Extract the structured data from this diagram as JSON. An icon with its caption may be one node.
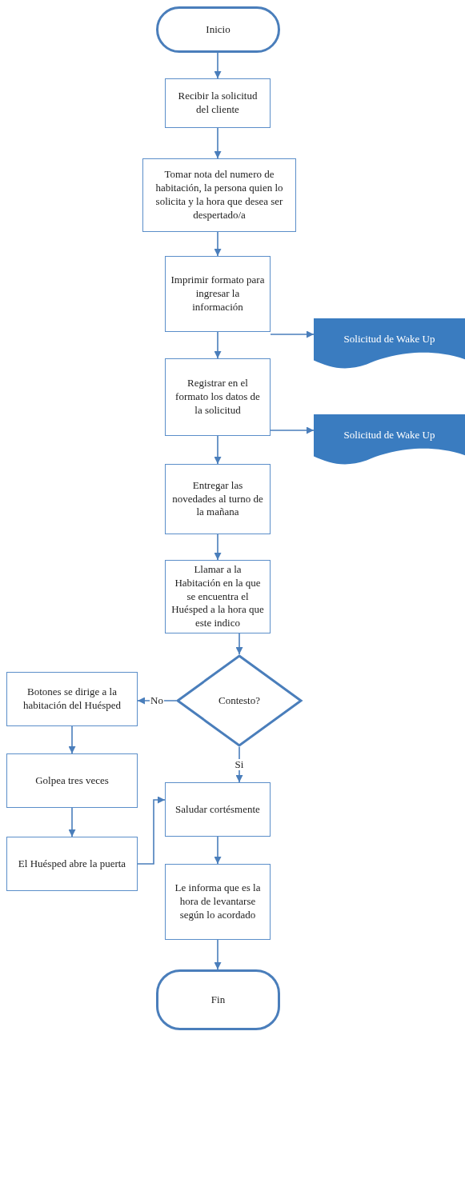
{
  "diagram": {
    "nodes": [
      {
        "text": [
          "Inicio"
        ]
      },
      {
        "text": [
          "Recibir la solicitud del cliente"
        ]
      },
      {
        "text": [
          "Tomar nota del numero de habitación, la persona quien lo solicita y la hora que desea ser despertado/a"
        ]
      },
      {
        "text": [
          "Imprimir formato para ingresar la información"
        ]
      },
      {
        "text": [
          "Solicitud de Wake Up"
        ]
      },
      {
        "text": [
          "Registrar en el formato los datos de la solicitud"
        ]
      },
      {
        "text": [
          "Solicitud de Wake Up"
        ]
      },
      {
        "text": [
          "Entregar las novedades al turno de la mañana"
        ]
      },
      {
        "text": [
          "Llamar a la Habitación en la que se encuentra el Huésped a la hora que este indico"
        ]
      },
      {
        "text": [
          "Contesto?"
        ]
      },
      {
        "text": [
          "Botones se dirige a la habitación del Huésped"
        ]
      },
      {
        "text": [
          "Golpea tres veces"
        ]
      },
      {
        "text": [
          "El Huésped abre la puerta"
        ]
      },
      {
        "text": [
          "Saludar cortésmente"
        ]
      },
      {
        "text": [
          "Le informa que es la hora de levantarse según lo acordado"
        ]
      },
      {
        "text": [
          "Fin"
        ]
      }
    ],
    "edges": [
      {
        "from": 0,
        "to": 1,
        "arrow": "to"
      },
      {
        "from": 1,
        "to": 2,
        "arrow": "to"
      },
      {
        "from": 2,
        "to": 3,
        "arrow": "to"
      },
      {
        "from": 3,
        "to": 4,
        "arrow": "to"
      },
      {
        "from": 3,
        "to": 5,
        "arrow": "to"
      },
      {
        "from": 5,
        "to": 6,
        "arrow": "to"
      },
      {
        "from": 5,
        "to": 7,
        "arrow": "to"
      },
      {
        "from": 7,
        "to": 8,
        "arrow": "to"
      },
      {
        "from": 8,
        "to": 9,
        "arrow": "to"
      },
      {
        "from": 9,
        "to": 10,
        "arrow": "to",
        "label": "No"
      },
      {
        "from": 10,
        "to": 11,
        "arrow": "to"
      },
      {
        "from": 11,
        "to": 12,
        "arrow": "to"
      },
      {
        "from": 12,
        "to": 13,
        "arrow": "to"
      },
      {
        "from": 9,
        "to": 13,
        "arrow": "to",
        "label": "Si"
      },
      {
        "from": 13,
        "to": 14,
        "arrow": "to"
      },
      {
        "from": 14,
        "to": 15,
        "arrow": "to"
      }
    ]
  }
}
